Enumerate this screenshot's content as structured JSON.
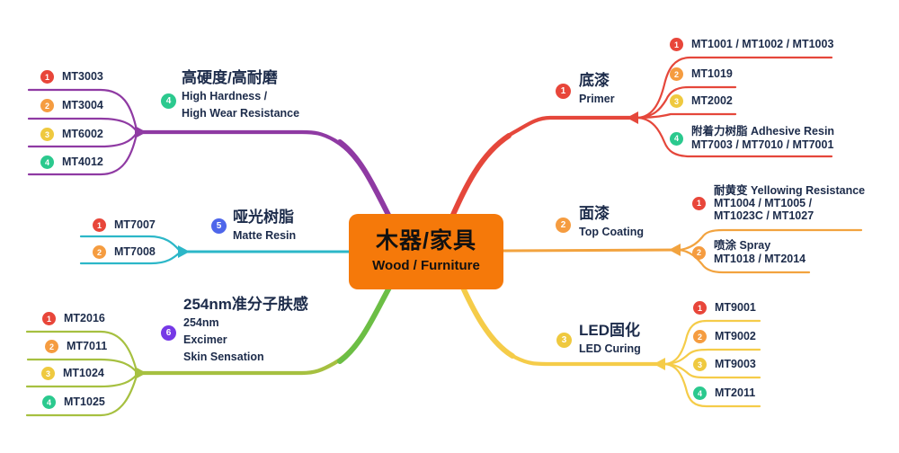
{
  "text_color": "#1C2B4A",
  "center": {
    "zh": "木器/家具",
    "en": "Wood / Furniture",
    "bg": "#F5790A"
  },
  "branches": [
    {
      "num": "1",
      "zh": "底漆",
      "en": [
        "Primer"
      ],
      "color": "#E5473B",
      "color2": "#E5473B",
      "badge_color": "#E8463A",
      "children": [
        {
          "num": "1",
          "badge_color": "#E8463A",
          "lines": [
            "MT1001 / MT1002 / MT1003"
          ]
        },
        {
          "num": "2",
          "badge_color": "#F59C40",
          "lines": [
            "MT1019"
          ]
        },
        {
          "num": "3",
          "badge_color": "#EFC93F",
          "lines": [
            "MT2002"
          ]
        },
        {
          "num": "4",
          "badge_color": "#2BC98E",
          "lines": [
            "附着力树脂 Adhesive Resin",
            "MT7003 / MT7010 / MT7001"
          ]
        }
      ]
    },
    {
      "num": "2",
      "zh": "面漆",
      "en": [
        "Top Coating"
      ],
      "color": "#F2A33F",
      "color2": "#F2A33F",
      "badge_color": "#F59C40",
      "children": [
        {
          "num": "1",
          "badge_color": "#E8463A",
          "lines": [
            "耐黄变 Yellowing Resistance",
            "MT1004 / MT1005 /",
            "MT1023C / MT1027"
          ]
        },
        {
          "num": "2",
          "badge_color": "#F59C40",
          "lines": [
            "喷涂 Spray",
            "MT1018 / MT2014"
          ]
        }
      ]
    },
    {
      "num": "3",
      "zh": "LED固化",
      "en": [
        "LED Curing"
      ],
      "color": "#F5CC49",
      "color2": "#F5CC49",
      "badge_color": "#EFC93F",
      "children": [
        {
          "num": "1",
          "badge_color": "#E8463A",
          "lines": [
            "MT9001"
          ]
        },
        {
          "num": "2",
          "badge_color": "#F59C40",
          "lines": [
            "MT9002"
          ]
        },
        {
          "num": "3",
          "badge_color": "#EFC93F",
          "lines": [
            "MT9003"
          ]
        },
        {
          "num": "4",
          "badge_color": "#2BC98E",
          "lines": [
            "MT2011"
          ]
        }
      ]
    },
    {
      "num": "4",
      "zh": "高硬度/高耐磨",
      "en": [
        "High Hardness /",
        "High Wear Resistance"
      ],
      "color": "#8F3AA3",
      "color2": "#8F3AA3",
      "badge_color": "#2BC98E",
      "children": [
        {
          "num": "1",
          "badge_color": "#E8463A",
          "lines": [
            "MT3003"
          ]
        },
        {
          "num": "2",
          "badge_color": "#F59C40",
          "lines": [
            "MT3004"
          ]
        },
        {
          "num": "3",
          "badge_color": "#EFC93F",
          "lines": [
            "MT6002"
          ]
        },
        {
          "num": "4",
          "badge_color": "#2BC98E",
          "lines": [
            "MT4012"
          ]
        }
      ]
    },
    {
      "num": "5",
      "zh": "哑光树脂",
      "en": [
        "Matte Resin"
      ],
      "color": "#2CB7C8",
      "color2": "#2CB7C8",
      "badge_color": "#4E66EA",
      "children": [
        {
          "num": "1",
          "badge_color": "#E8463A",
          "lines": [
            "MT7007"
          ]
        },
        {
          "num": "2",
          "badge_color": "#F59C40",
          "lines": [
            "MT7008"
          ]
        }
      ]
    },
    {
      "num": "6",
      "zh": "254nm准分子肤感",
      "en": [
        "254nm",
        "Excimer",
        "Skin Sensation"
      ],
      "color": "#A6C040",
      "color2": "#6CBE45",
      "badge_color": "#7639E6",
      "children": [
        {
          "num": "1",
          "badge_color": "#E8463A",
          "lines": [
            "MT2016"
          ]
        },
        {
          "num": "2",
          "badge_color": "#F59C40",
          "lines": [
            "MT7011"
          ]
        },
        {
          "num": "3",
          "badge_color": "#EFC93F",
          "lines": [
            "MT1024"
          ]
        },
        {
          "num": "4",
          "badge_color": "#2BC98E",
          "lines": [
            "MT1025"
          ]
        }
      ]
    }
  ]
}
